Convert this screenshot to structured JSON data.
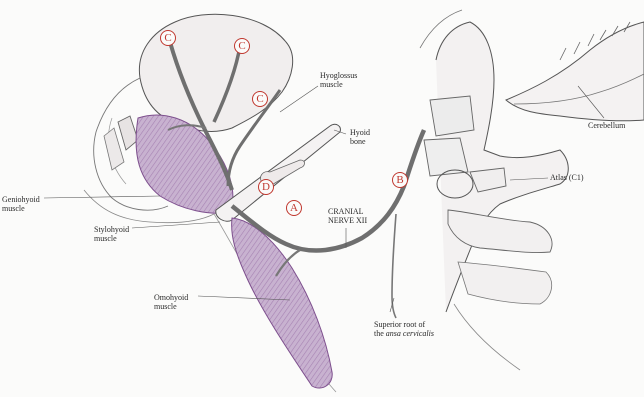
{
  "labels": {
    "hyoglossus": [
      "Hyoglossus",
      "muscle"
    ],
    "hyoid": [
      "Hyoid",
      "bone"
    ],
    "cerebellum": "Cerebellum",
    "geniohyoid": [
      "Geniohyoid",
      "muscle"
    ],
    "stylohyoid": [
      "Stylohyoid",
      "muscle"
    ],
    "cranial_nerve": [
      "CRANIAL",
      "NERVE XII"
    ],
    "atlas": "Atlas (C1)",
    "omohyoid": [
      "Omohyoid",
      "muscle"
    ],
    "superior_root_line1": "Superior root of",
    "superior_root_prefix": "the",
    "superior_root_italic": "ansa cervicalis"
  },
  "markers": {
    "c1": "C",
    "c2": "C",
    "c3": "C",
    "d": "D",
    "a": "A",
    "b": "B"
  },
  "colors": {
    "marker": "#c0382f",
    "muscle_fill": "#b79ac0",
    "muscle_stroke": "#7d4f8d",
    "ink": "#6f6f6f"
  }
}
